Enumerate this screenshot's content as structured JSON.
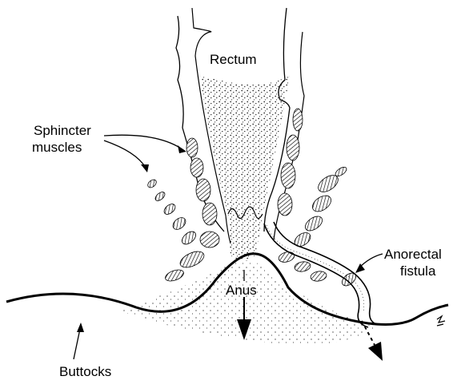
{
  "labels": {
    "rectum": "Rectum",
    "sphincter_line1": "Sphincter",
    "sphincter_line2": "muscles",
    "anus": "Anus",
    "fistula_line1": "Anorectal",
    "fistula_line2": "fistula",
    "buttocks": "Buttocks"
  },
  "colors": {
    "ink": "#000000",
    "background": "#ffffff",
    "muscle_fill": "#ffffff"
  }
}
